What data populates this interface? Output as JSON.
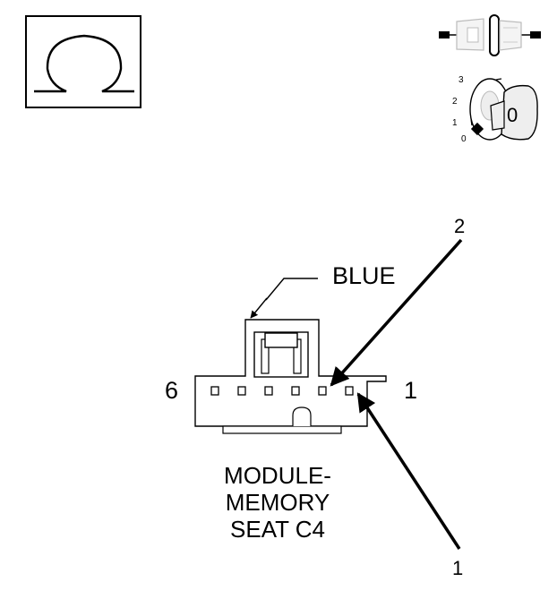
{
  "symbols": {
    "ohm_icon": "ohm-meter-icon",
    "disconnect_icon": "disconnected-connector-icon",
    "ignition_icon": "ignition-switch-icon",
    "ignition_key_label": "0",
    "ignition_positions": [
      "3",
      "2",
      "1",
      "0"
    ]
  },
  "connector": {
    "color_label": "BLUE",
    "left_pin_label": "6",
    "right_pin_label": "1",
    "caption": [
      "MODULE-",
      "MEMORY",
      "SEAT C4"
    ]
  },
  "probes": {
    "upper_label": "2",
    "lower_label": "1"
  },
  "colors": {
    "line": "#000000",
    "fill_light": "#eeeeee",
    "background": "#ffffff"
  }
}
